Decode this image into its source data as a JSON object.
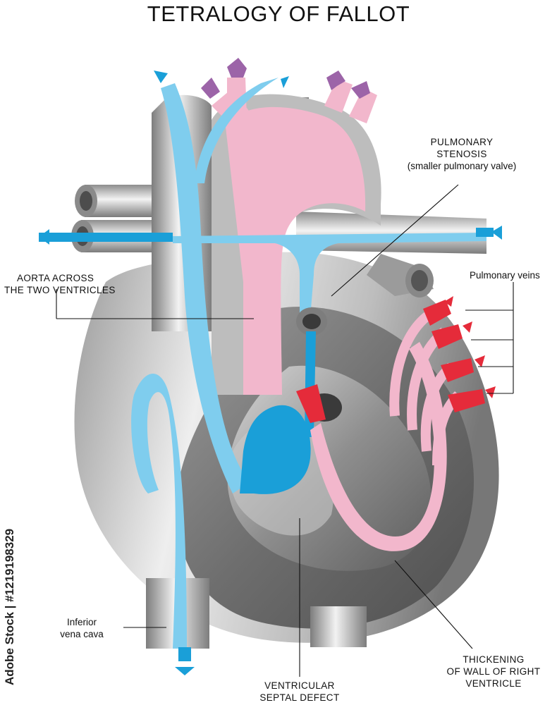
{
  "title": "TETRALOGY OF FALLOT",
  "labels": {
    "pulmonary_stenosis_1": "PULMONARY",
    "pulmonary_stenosis_2": "STENOSIS",
    "pulmonary_stenosis_3": "(smaller pulmonary valve)",
    "aorta_1": "AORTA ACROSS",
    "aorta_2": "THE TWO VENTRICLES",
    "pulmonary_veins": "Pulmonary veins",
    "ivc_1": "Inferior",
    "ivc_2": "vena cava",
    "vsd_1": "VENTRICULAR",
    "vsd_2": "SEPTAL DEFECT",
    "rv_1": "THICKENING",
    "rv_2": "OF WALL OF RIGHT",
    "rv_3": "VENTRICLE"
  },
  "watermark_id": "Adobe Stock | #1219198329",
  "colors": {
    "oxygen_poor_blood": "#7fcdee",
    "mixed_blood": "#1a9fd8",
    "oxygen_rich_blood": "#f2b7cc",
    "pulmonary_vein_inflow": "#e52b3a",
    "arrow_purple": "#9c64a8",
    "heart_tissue": "#a9a9a9"
  }
}
